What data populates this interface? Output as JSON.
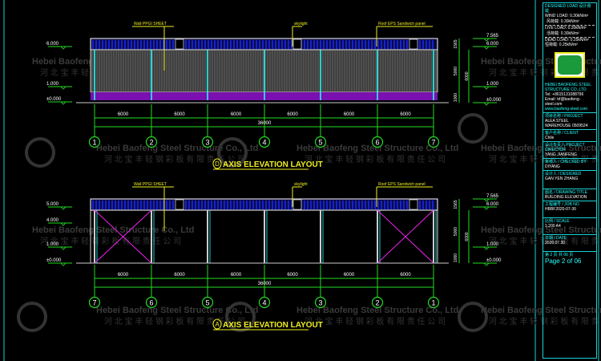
{
  "elevations": [
    {
      "title": "AXIS ELEVATION LAYOUT",
      "axis_letter": "D",
      "axes": [
        "1",
        "2",
        "3",
        "4",
        "5",
        "6",
        "7"
      ],
      "spans": [
        "6000",
        "6000",
        "6000",
        "6000",
        "6000",
        "6000"
      ],
      "total": "36000",
      "callouts": [
        "Wall PPGI SHEET",
        "skylight",
        "Roof EPS Sandwich panel"
      ],
      "levels_left": [
        "6.000",
        "1.000",
        "±0.000"
      ],
      "levels_right": [
        "7.565",
        "6.000",
        "1.000",
        "±0.000"
      ],
      "vdims": [
        "1565",
        "5000",
        "1000",
        "6000"
      ]
    },
    {
      "title": "AXIS ELEVATION LAYOUT",
      "axis_letter": "A",
      "axes": [
        "7",
        "6",
        "5",
        "4",
        "3",
        "2",
        "1"
      ],
      "spans": [
        "6000",
        "6000",
        "6000",
        "6000",
        "6000",
        "6000"
      ],
      "total": "36000",
      "callouts": [
        "Wall PPGI SHEET",
        "skylight",
        "Roof EPS Sandwich panel"
      ],
      "levels_left": [
        "5.000",
        "4.000",
        "1.000",
        "±0.000"
      ],
      "levels_right": [
        "7.565",
        "6.000",
        "1.000",
        "±0.000"
      ],
      "vdims": [
        "1565",
        "5000",
        "1000",
        "6000"
      ]
    }
  ],
  "watermark": {
    "en": "Hebei Baofeng Steel Structure Co., Ltd",
    "cn": "河 北 宝 丰 轻 钢 彩 板 有 限 责 任 公 司"
  },
  "titleblock": {
    "load_title": "DESIGNED LOAD 设计荷载",
    "wind": "WIND LOAD: 0.30kN/m²",
    "wind_cn": "风荷载: 0.30kN/m²",
    "live": "LIVE LOAD: 0.30kN/m²",
    "live_cn": "活荷载: 0.30kN/m²",
    "dead": "DEAD LOAD: 0.25kN/m²",
    "dead_cn": "恒荷载: 0.25kN/m²",
    "company": "HEBEI BAOFENG STEEL STRUCTURE CO.,LTD",
    "tel": "Tel: +8615131088796",
    "email": "Email: bf@baofeng-steel.com",
    "web": "www.baofeng-steel.com",
    "project_label": "项目名称 / PROJECT",
    "project": "ALEA STEEL WAREHOUSE 0509524",
    "client_label": "客户名称 / CLIENT",
    "client": "Chile",
    "director_label": "设计负责人 PROJECT DIRECTOR",
    "director": "YANG JIANFENG",
    "checked_label": "审核人 / CHECKED BY",
    "checked": "DIYANG",
    "designed_label": "设计人 / DESIGNED",
    "designed": "GAN YEN ZHANG",
    "drawing_label": "图名 / DRAWING TITLE",
    "drawing": "BUILDING ELEVATION",
    "job_label": "工程编号 / JOB NO",
    "job": "HBBF2020-07-30",
    "scale_label": "比例 / SCALE",
    "scale": "1:200    A4",
    "date_label": "日期 / DATE",
    "date": "2020.07.30",
    "sheet_cn": "第 2 页 共 06 页",
    "page": "Page 2 of 06"
  }
}
